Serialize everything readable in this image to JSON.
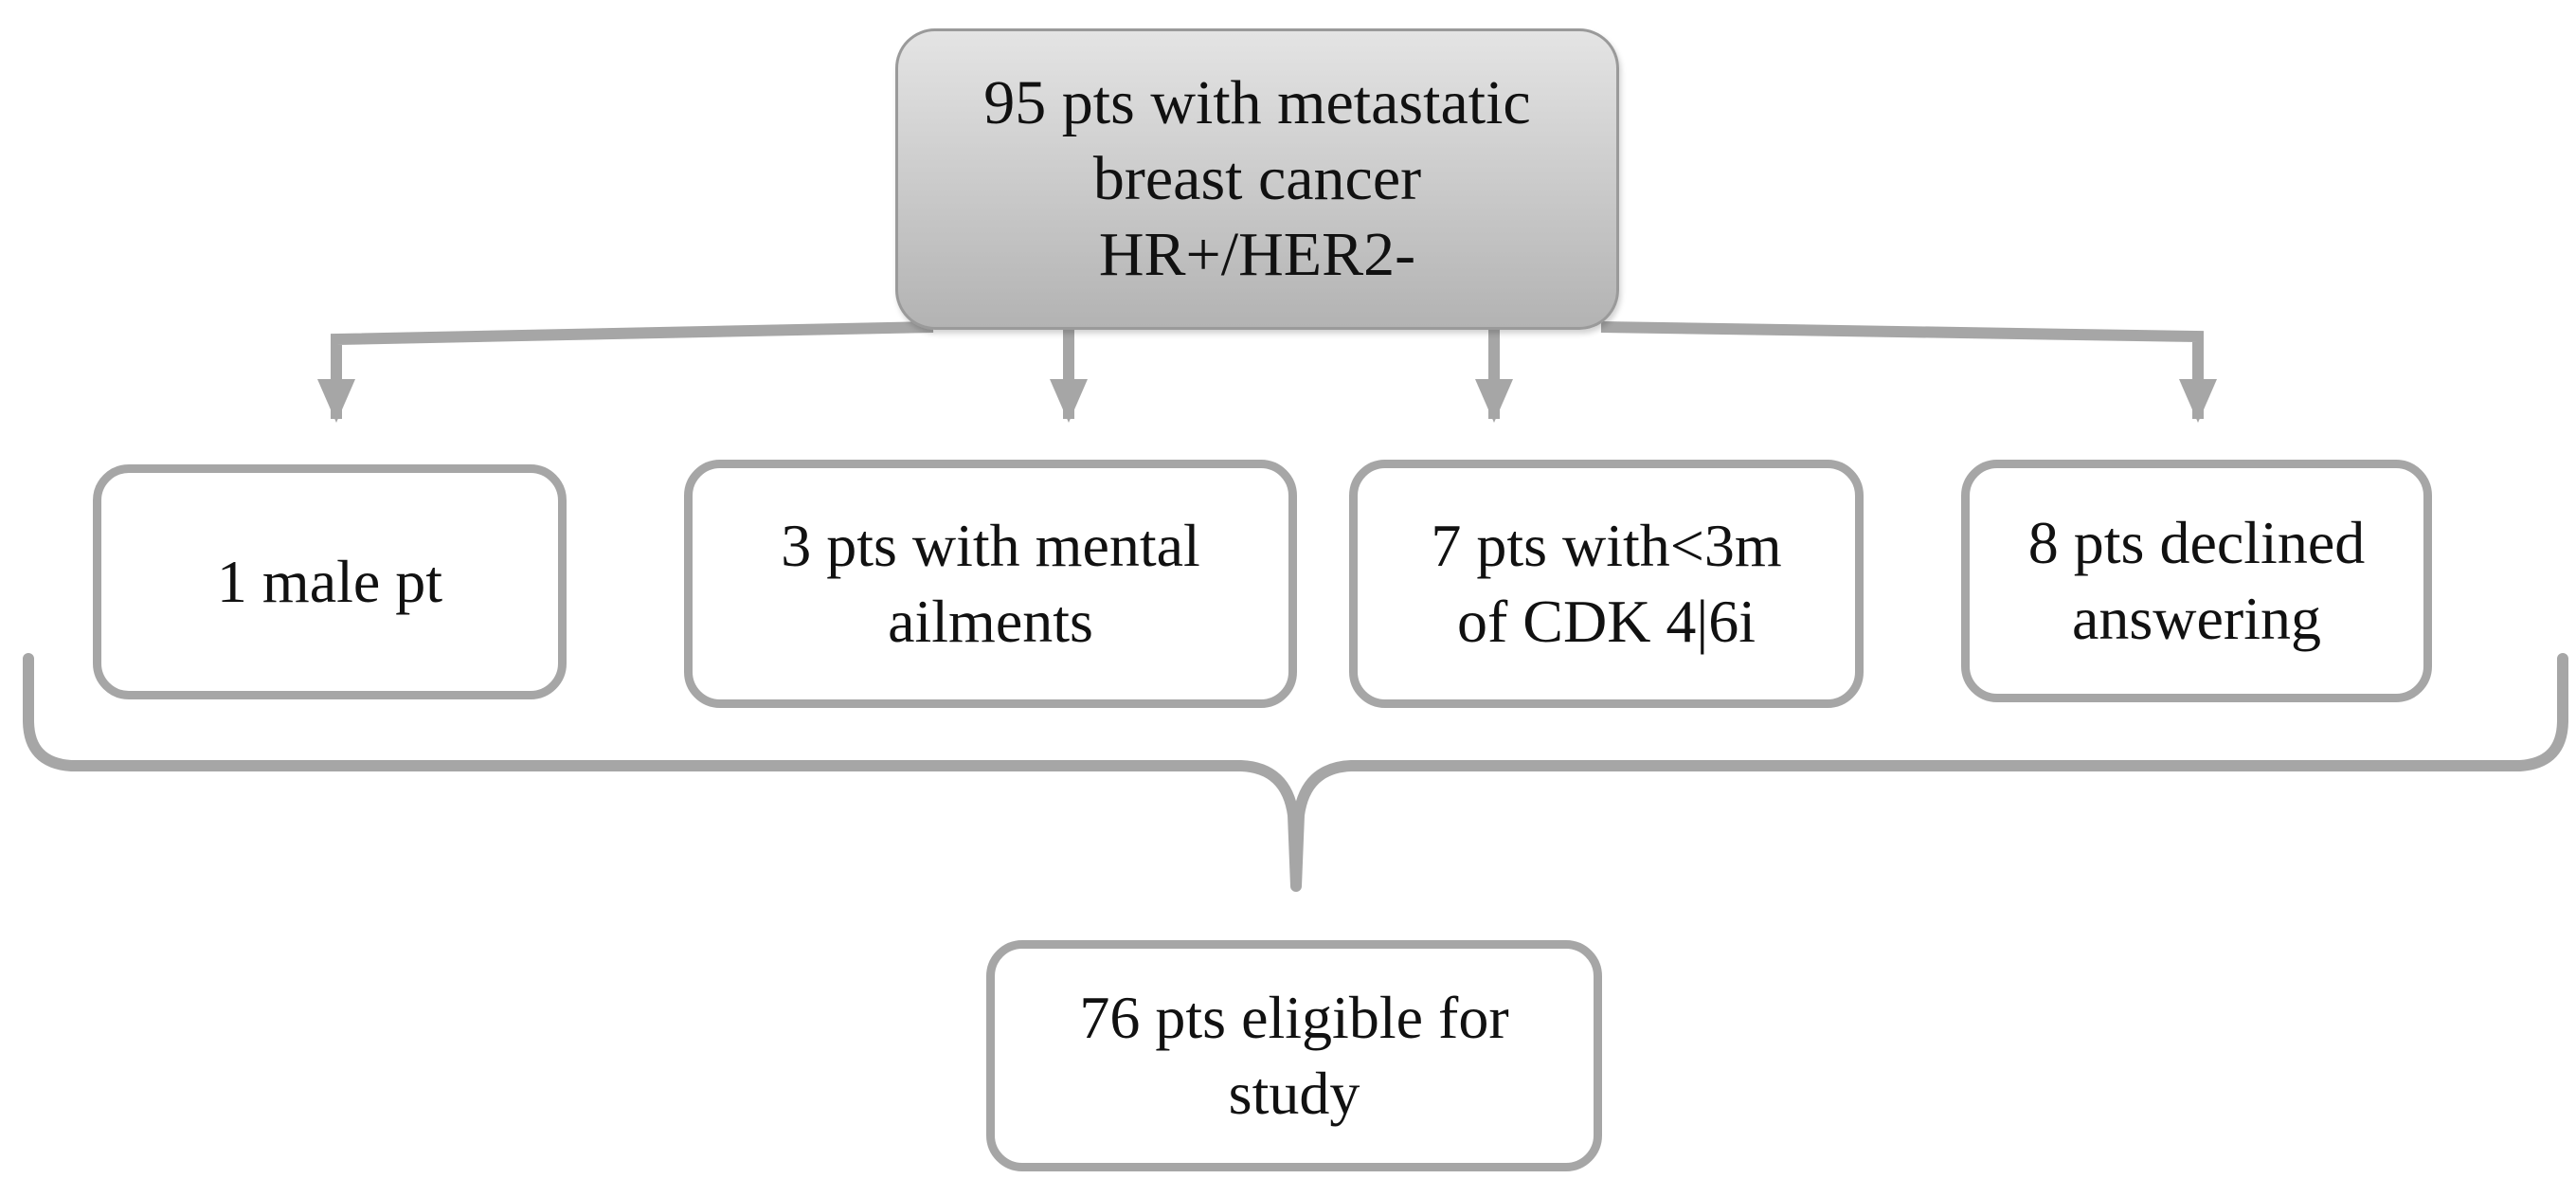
{
  "diagram": {
    "top": {
      "text": "95 pts with metastatic\nbreast cancer\nHR+/HER2-"
    },
    "exclusions": [
      {
        "text": "1 male pt"
      },
      {
        "text": "3 pts with mental\nailments"
      },
      {
        "text": "7 pts with<3m\nof CDK 4|6i"
      },
      {
        "text": "8 pts declined\nanswering"
      }
    ],
    "result": {
      "text": "76 pts eligible for\nstudy"
    }
  },
  "colors": {
    "connector": "#a6a6a6",
    "box_border": "#a6a6a6",
    "top_box_fill": "#c9c9c9"
  }
}
